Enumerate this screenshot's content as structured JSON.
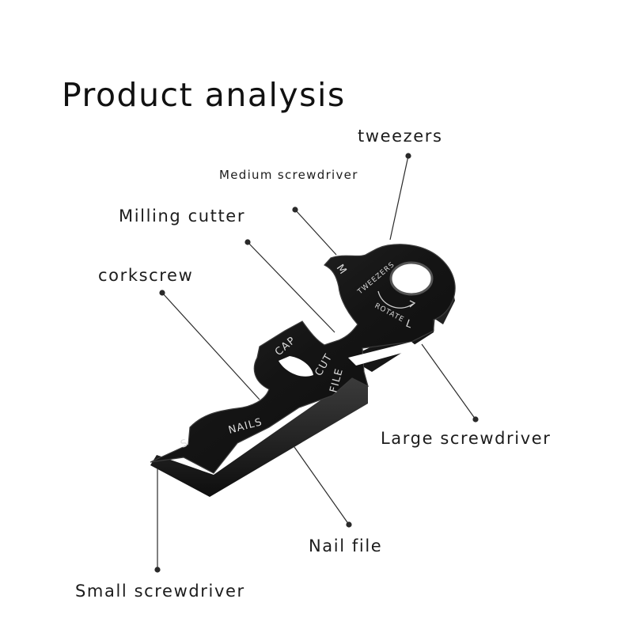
{
  "title": "Product analysis",
  "labels": {
    "tweezers": "tweezers",
    "medium_screwdriver": "Medium screwdriver",
    "milling_cutter": "Milling cutter",
    "corkscrew": "corkscrew",
    "large_screwdriver": "Large screwdriver",
    "nail_file": "Nail file",
    "small_screwdriver": "Small screwdriver"
  },
  "engravings": {
    "tweezers": "TWEEZERS",
    "rotate": "ROTATE",
    "m": "M",
    "l": "L",
    "cap": "CAP",
    "cut": "CUT",
    "file": "FILE",
    "nails": "NAILS",
    "s": "S"
  },
  "colors": {
    "tool_body": "#1b1b1b",
    "tool_edge": "#3a3a3a",
    "leader_line": "#2a2a2a",
    "text": "#1c1c1c"
  }
}
